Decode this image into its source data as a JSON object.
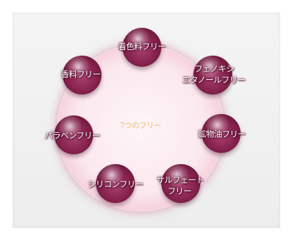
{
  "diagram": {
    "center_label": "7つのフリー",
    "items": [
      {
        "label": "着色料フリー"
      },
      {
        "label_line1": "フェノキシ",
        "label_line2": "エタノールフリー"
      },
      {
        "label": "鉱物油フリー"
      },
      {
        "label_line1": "サルフェート",
        "label_line2": "フリー"
      },
      {
        "label": "シリコンフリー"
      },
      {
        "label": "パラベンフリー"
      },
      {
        "label": "香料フリー"
      }
    ]
  },
  "colors": {
    "ball": "#8a2552",
    "ring_glow": "#e89ab3",
    "center_text": "#f1b66a"
  }
}
